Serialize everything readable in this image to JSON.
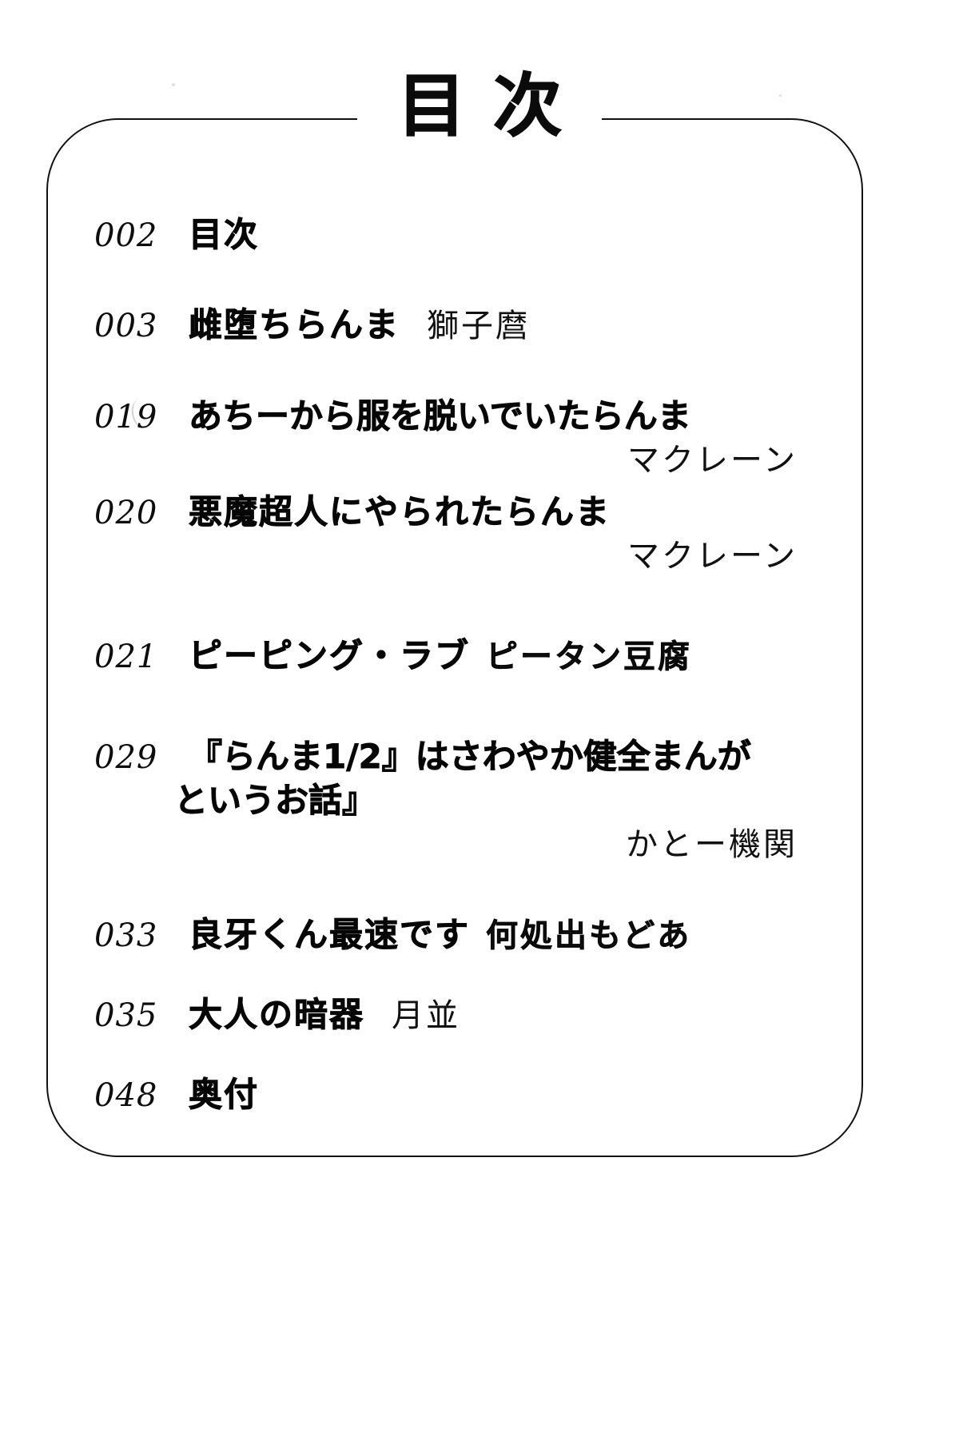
{
  "document": {
    "kind": "table-of-contents",
    "title": "目次",
    "language": "ja"
  },
  "frame": {
    "style": "rounded-rectangle",
    "stroke_color": "#111111",
    "background_color": "#ffffff"
  },
  "contents": {
    "entries": [
      {
        "page": "002",
        "title": "目次",
        "author": "",
        "title_line2": "",
        "author_on_own_line": false
      },
      {
        "page": "003",
        "title": "雌堕ちらんま",
        "author": "獅子麿",
        "title_line2": "",
        "author_on_own_line": false
      },
      {
        "page": "019",
        "title": "あちーから服を脱いでいたらんま",
        "author": "マクレーン",
        "title_line2": "",
        "author_on_own_line": true
      },
      {
        "page": "020",
        "title": "悪魔超人にやられたらんま",
        "author": "マクレーン",
        "title_line2": "",
        "author_on_own_line": true
      },
      {
        "page": "021",
        "title": "ピーピング・ラブ",
        "author": "ピータン豆腐",
        "title_line2": "",
        "author_on_own_line": false
      },
      {
        "page": "029",
        "title": "『らんま1/2』はさわやか健全まんが",
        "title_line2": "というお話』",
        "author": "かとー機関",
        "author_on_own_line": true
      },
      {
        "page": "033",
        "title": "良牙くん最速です",
        "author": "何処出もどあ",
        "title_line2": "",
        "author_on_own_line": false
      },
      {
        "page": "035",
        "title": "大人の暗器",
        "author": "月並",
        "title_line2": "",
        "author_on_own_line": false
      },
      {
        "page": "048",
        "title": "奥付",
        "author": "",
        "title_line2": "",
        "author_on_own_line": false
      }
    ]
  }
}
